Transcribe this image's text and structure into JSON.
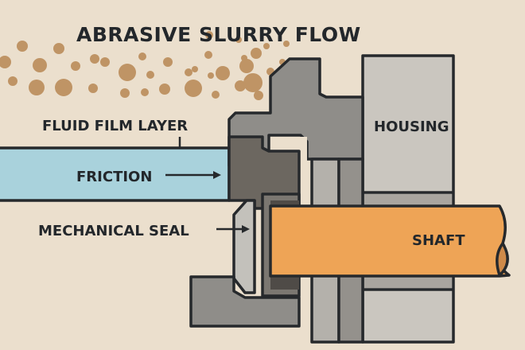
{
  "diagram": {
    "title": "ABRASIVE SLURRY FLOW",
    "labels": {
      "fluid_film": "FLUID FILM LAYER",
      "friction": "FRICTION",
      "housing": "HOUSING",
      "mechanical_seal": "MECHANICAL SEAL",
      "shaft": "SHAFT"
    },
    "colors": {
      "background": "#ebdfcd",
      "particles": "#bf9465",
      "fluid": "#a9d2dc",
      "shaft": "#eea456",
      "housing": "#cac6bf",
      "gland": "#8f8d89",
      "seal_face": "#6c6760",
      "seal_ring": "#c3c1bb",
      "outline": "#26292c"
    },
    "particles": [
      [
        28,
        58,
        7
      ],
      [
        74,
        61,
        7
      ],
      [
        6,
        78,
        8
      ],
      [
        50,
        82,
        9
      ],
      [
        95,
        83,
        6
      ],
      [
        119,
        74,
        6
      ],
      [
        132,
        78,
        6
      ],
      [
        16,
        102,
        6
      ],
      [
        46,
        110,
        10
      ],
      [
        80,
        110,
        11
      ],
      [
        117,
        111,
        6
      ],
      [
        160,
        91,
        11
      ],
      [
        179,
        71,
        5
      ],
      [
        189,
        94,
        5
      ],
      [
        157,
        117,
        6
      ],
      [
        182,
        116,
        5
      ],
      [
        211,
        78,
        6
      ],
      [
        237,
        91,
        5
      ],
      [
        207,
        112,
        7
      ],
      [
        243,
        111,
        11
      ],
      [
        262,
        69,
        5
      ],
      [
        280,
        92,
        9
      ],
      [
        271,
        119,
        5
      ],
      [
        310,
        83,
        9
      ],
      [
        302,
        108,
        7
      ],
      [
        325,
        120,
        6
      ],
      [
        263,
        44,
        5
      ],
      [
        283,
        89,
        5
      ],
      [
        245,
        87,
        4
      ],
      [
        265,
        95,
        4
      ],
      [
        318,
        104,
        12
      ],
      [
        340,
        90,
        5
      ],
      [
        355,
        78,
        4
      ],
      [
        370,
        90,
        4
      ],
      [
        335,
        58,
        4
      ],
      [
        307,
        73,
        4
      ],
      [
        345,
        110,
        5
      ],
      [
        300,
        50,
        4
      ],
      [
        322,
        67,
        7
      ],
      [
        360,
        55,
        4
      ],
      [
        6,
        40,
        0
      ]
    ]
  }
}
